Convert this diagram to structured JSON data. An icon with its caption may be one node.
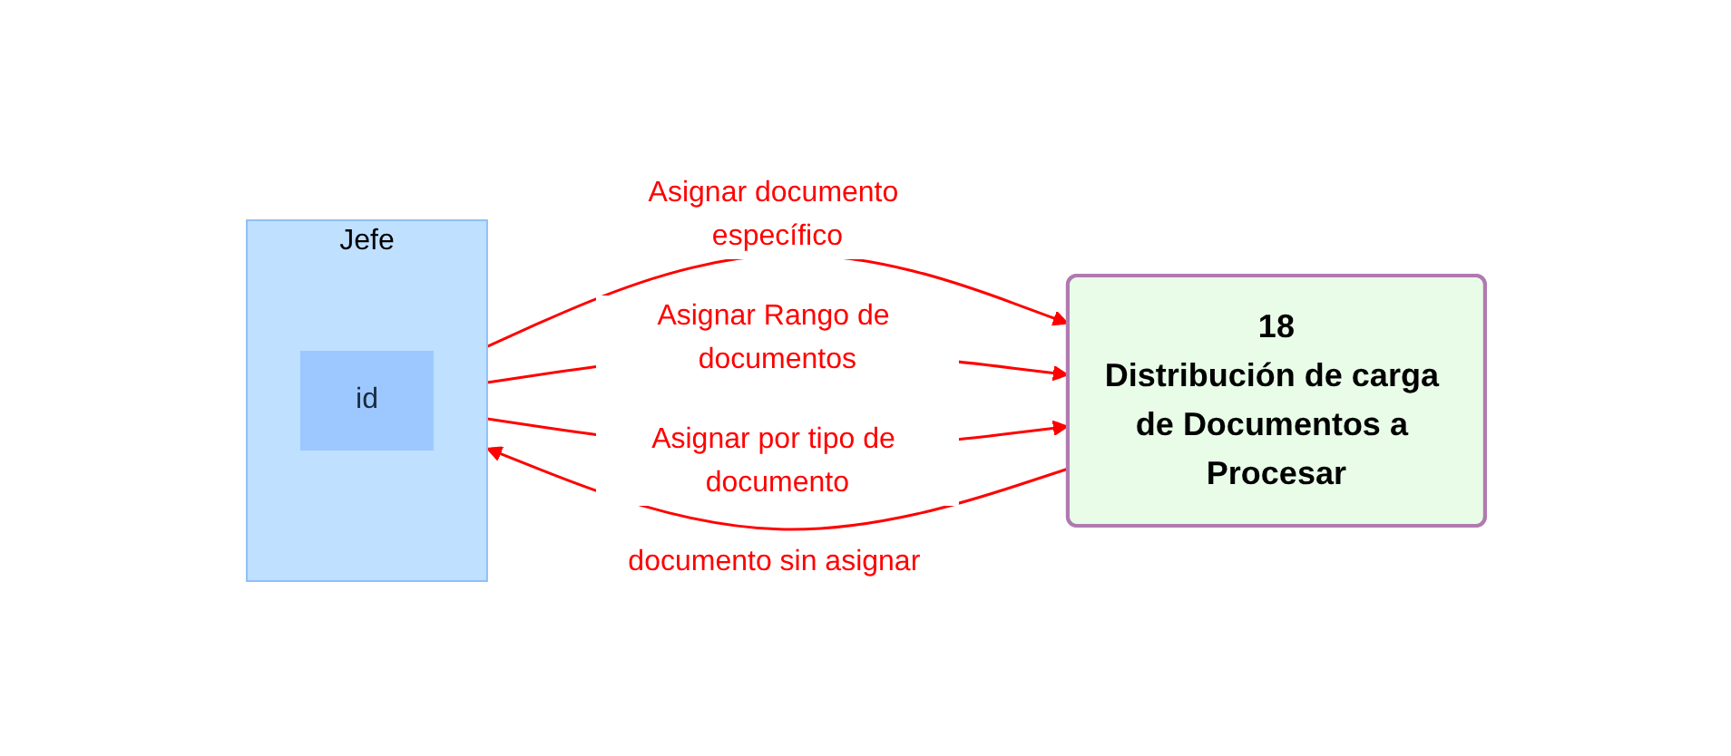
{
  "diagram": {
    "nodes": [
      {
        "text": [
          "Jefe"
        ]
      },
      {
        "text": [
          "id"
        ],
        "in": 0
      },
      {
        "text": [
          "18",
          "Distribución de carga de Documentos a Procesar"
        ]
      }
    ],
    "edges": [
      {
        "from": 0,
        "to": 2,
        "arrow": "to",
        "label": "Asignar documento específico"
      },
      {
        "from": 2,
        "to": 0,
        "arrow": "to",
        "label": "documento sin asignar"
      },
      {
        "from": 0,
        "to": 2,
        "arrow": "to",
        "label": "Asignar Rango de documentos"
      },
      {
        "from": 0,
        "to": 2,
        "arrow": "to",
        "label": "Asignar por tipo de documento"
      }
    ]
  }
}
